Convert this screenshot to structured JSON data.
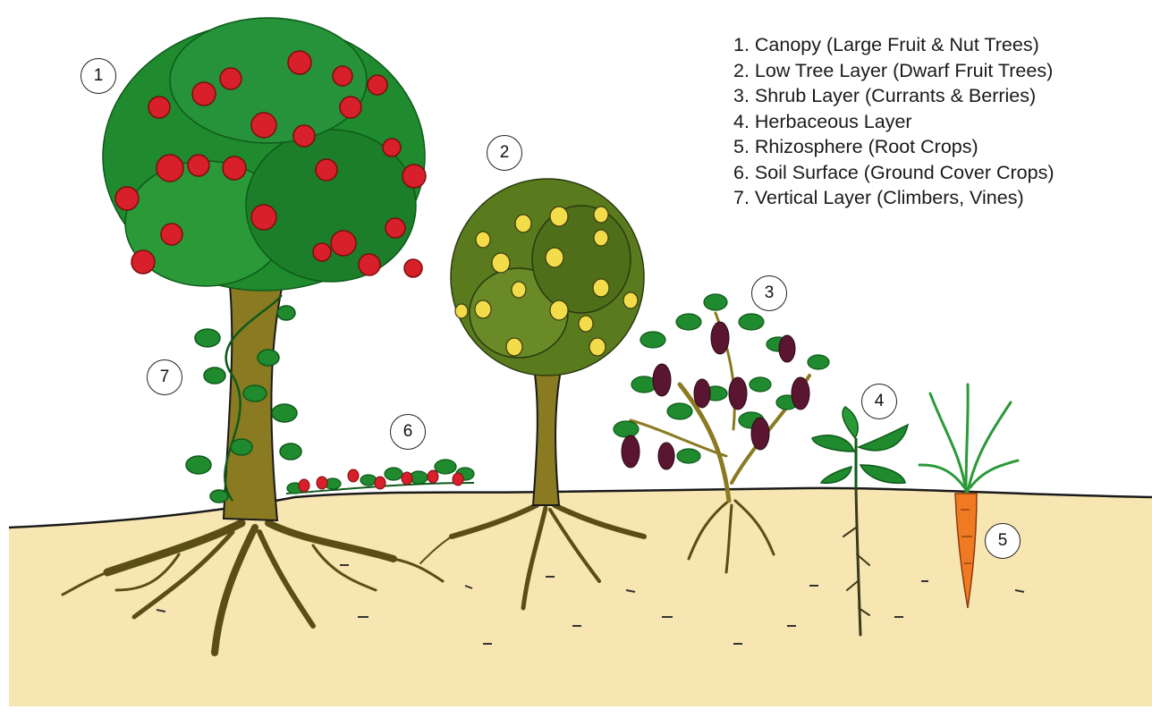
{
  "legend": {
    "items": [
      "1. Canopy (Large Fruit & Nut Trees)",
      "2. Low Tree Layer (Dwarf Fruit Trees)",
      "3. Shrub Layer (Currants & Berries)",
      "4. Herbaceous Layer",
      "5. Rhizosphere (Root Crops)",
      "6. Soil Surface (Ground Cover Crops)",
      "7. Vertical Layer (Climbers, Vines)"
    ]
  },
  "markers": {
    "canopy": "1",
    "low_tree": "2",
    "shrub": "3",
    "herbaceous": "4",
    "rhizosphere": "5",
    "soil_surface": "6",
    "vertical": "7"
  },
  "colors": {
    "soil": "#f8e6b2",
    "trunk": "#8a7a22",
    "leaf": "#1f8a2e",
    "leaf_dark": "#0e5a1a",
    "apple": "#d8202a",
    "lemon": "#f3dc4a",
    "grape": "#5a1630",
    "carrot": "#f07a22",
    "outline": "#1a1a1a"
  }
}
